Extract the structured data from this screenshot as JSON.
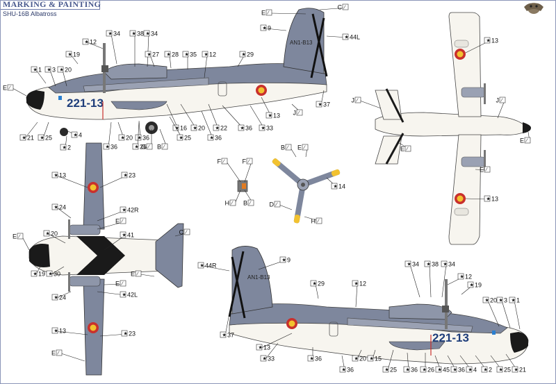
{
  "header": {
    "title": "MARKING & PAINTING",
    "subtitle": "SHU-16B Albatross"
  },
  "markings": {
    "side_serial": "221-13",
    "tail_code": "AN1-B13"
  },
  "colors": {
    "upper_gray": "#7e879d",
    "white": "#f7f5ef",
    "black": "#1a1a1a",
    "stripe_gray": "#9aa1b3",
    "roundel_red": "#c9302c",
    "roundel_yellow": "#f2c230",
    "serial_blue": "#1e3d7a",
    "prop_tip": "#f2c230",
    "callout_line": "#222222"
  },
  "left_side_callouts": [
    "E",
    "C",
    "9",
    "44L",
    "12",
    "34",
    "38",
    "34",
    "19",
    "27",
    "28",
    "35",
    "12",
    "29",
    "1",
    "3",
    "20",
    "E",
    "37",
    "J",
    "13",
    "4",
    "20",
    "36",
    "36",
    "33",
    "21",
    "25",
    "26",
    "20",
    "16",
    "22",
    "2",
    "36",
    "25",
    "36",
    "G",
    "B"
  ],
  "top_view_callouts": [
    "13",
    "J",
    "J",
    "E",
    "E",
    "E",
    "13"
  ],
  "bottom_view_callouts": [
    "13",
    "23",
    "24",
    "42R",
    "E",
    "C",
    "E",
    "20",
    "41",
    "19",
    "30",
    "E",
    "E",
    "24",
    "42L",
    "13",
    "23",
    "E"
  ],
  "prop_callouts": [
    "F",
    "F",
    "H",
    "B",
    "B",
    "E",
    "14",
    "D",
    "H"
  ],
  "right_side_callouts": [
    "9",
    "44R",
    "29",
    "12",
    "34",
    "38",
    "34",
    "12",
    "19",
    "20",
    "3",
    "1",
    "37",
    "13",
    "33",
    "36",
    "36",
    "20",
    "15",
    "25",
    "36",
    "26",
    "45",
    "36",
    "4",
    "2",
    "25",
    "21"
  ]
}
